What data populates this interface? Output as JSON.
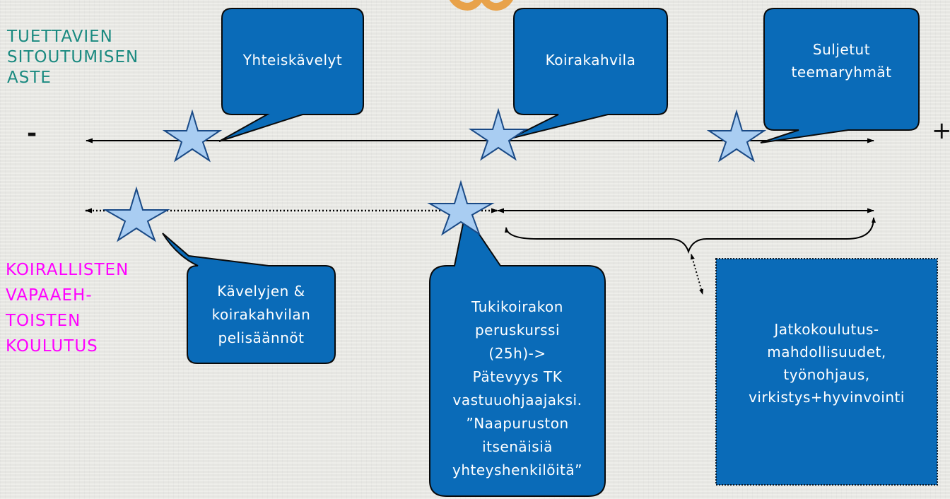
{
  "axis_labels": {
    "top": [
      "TUETTAVIEN",
      "SITOUTUMISEN",
      "ASTE"
    ],
    "bottom": [
      "KOIRALLISTEN",
      "VAPAAEH-",
      "TOISTEN",
      "KOULUTUS"
    ],
    "minus": "-",
    "plus": "+"
  },
  "top_callouts": [
    {
      "lines": [
        "Yhteiskävelyt"
      ]
    },
    {
      "lines": [
        "Koirakahvila"
      ]
    },
    {
      "lines": [
        "Suljetut",
        "teemaryhmät"
      ]
    }
  ],
  "bottom_callouts": [
    {
      "lines": [
        "Kävelyjen &",
        "koirakahvilan",
        "pelisäännöt"
      ]
    },
    {
      "lines": [
        "Tukikoirakon",
        "peruskurssi",
        "(25h)->",
        "Pätevyys TK",
        "vastuuohjaajaksi.",
        "”Naapuruston",
        "itsenäisiä",
        "yhteyshenkilöitä”"
      ]
    }
  ],
  "info_box": {
    "lines": [
      "Jatkokoulutus-",
      "mahdollisuudet,",
      "työnohjaus,",
      "virkistys+hyvinvointi"
    ]
  },
  "colors": {
    "background": "#e9e9e5",
    "callout_fill": "#0a6bb8",
    "callout_stroke": "#0a0a0a",
    "star_fill": "#a9cdf2",
    "star_stroke": "#1a4a86",
    "top_label": "#1a8a80",
    "bottom_label": "#ff00ff",
    "decoration": "#e8a24a"
  },
  "icons": [
    "star-icon",
    "star-icon",
    "star-icon",
    "star-icon",
    "star-icon",
    "curly-brace-icon",
    "double-arrow-icon"
  ]
}
